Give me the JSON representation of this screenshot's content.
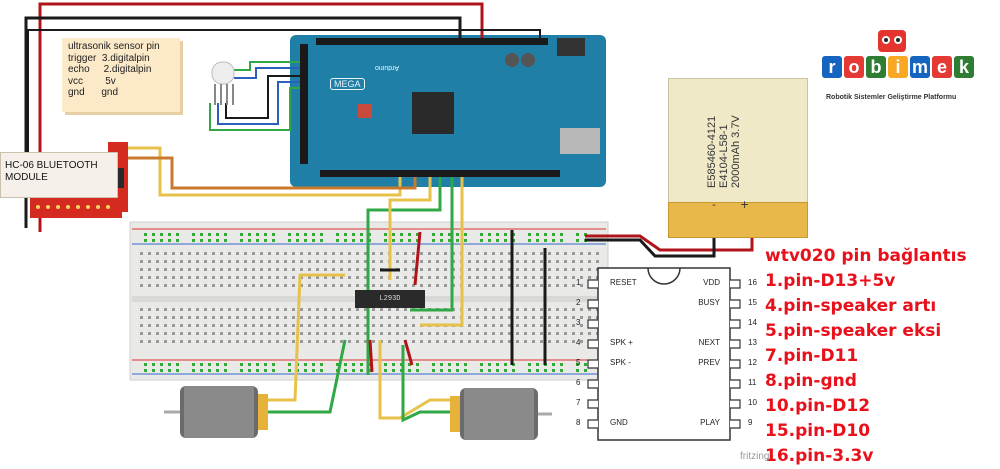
{
  "note": {
    "title": "ultrasonik sensor pin",
    "rows": [
      "trigger  3.digitalpin",
      "echo     2.digitalpin",
      "vcc        5v",
      "gnd      gnd"
    ]
  },
  "bluetooth": {
    "line1": "HC-06 BLUETOOTH",
    "line2": "MODULE"
  },
  "arduino": {
    "model": "MEGA",
    "brand": "Arduino"
  },
  "motor_driver": {
    "label": "L293D"
  },
  "battery": {
    "lines": [
      "E585460-4121",
      "E4104-L58-1",
      "2000mAh 3.7V"
    ],
    "minus": "-",
    "plus": "+"
  },
  "logo": {
    "letters": [
      "r",
      "o",
      "b",
      "i",
      "m",
      "e",
      "k"
    ],
    "letter_colors": [
      "#1565c0",
      "#e53935",
      "#2e7d32",
      "#f9a825",
      "#1565c0",
      "#e53935",
      "#2e7d32"
    ],
    "tagline": "Robotik Sistemler Geliştirme Platformu"
  },
  "chip": {
    "left_pins": [
      {
        "num": "1",
        "name": "RESET"
      },
      {
        "num": "2",
        "name": ""
      },
      {
        "num": "3",
        "name": ""
      },
      {
        "num": "4",
        "name": "SPK +"
      },
      {
        "num": "5",
        "name": "SPK -"
      },
      {
        "num": "6",
        "name": ""
      },
      {
        "num": "7",
        "name": ""
      },
      {
        "num": "8",
        "name": "GND"
      }
    ],
    "right_pins": [
      {
        "num": "16",
        "name": "VDD"
      },
      {
        "num": "15",
        "name": "BUSY"
      },
      {
        "num": "14",
        "name": ""
      },
      {
        "num": "13",
        "name": "NEXT"
      },
      {
        "num": "12",
        "name": "PREV"
      },
      {
        "num": "11",
        "name": ""
      },
      {
        "num": "10",
        "name": ""
      },
      {
        "num": "9",
        "name": "PLAY"
      }
    ]
  },
  "legend": {
    "title": "wtv020 pin bağlantıs",
    "items": [
      "1.pin-D13+5v",
      "4.pin-speaker artı",
      "5.pin-speaker eksi",
      "7.pin-D11",
      "8.pin-gnd",
      "10.pin-D12",
      "15.pin-D10",
      "16.pin-3.3v"
    ]
  },
  "watermark": "fritzing",
  "colors": {
    "legend": "#e8101a",
    "board": "#1f7fa6",
    "wire_red": "#b0141a",
    "wire_black": "#1a1a1a"
  }
}
